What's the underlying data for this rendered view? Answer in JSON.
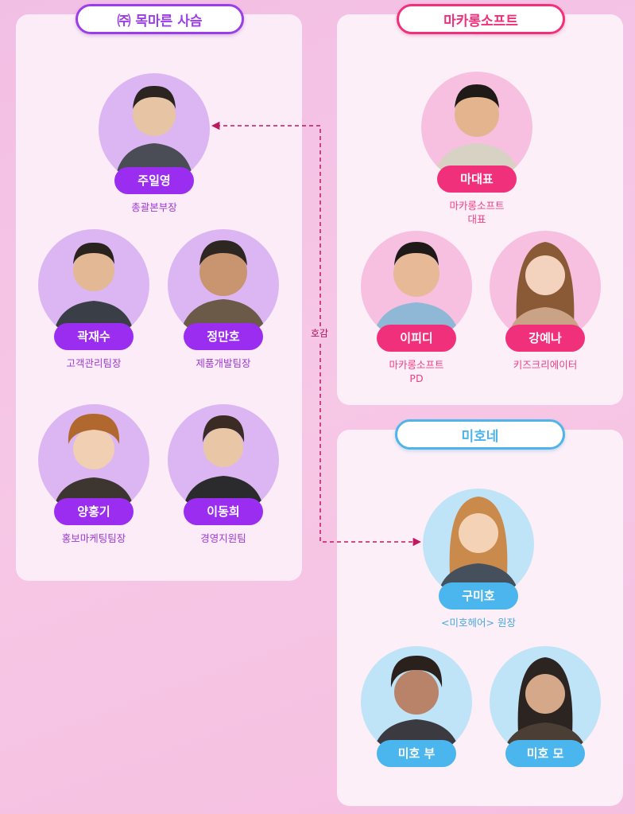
{
  "groups": {
    "mokmaron": {
      "label": "㈜ 목마른 사슴",
      "color": "#9b3ee6"
    },
    "macaron": {
      "label": "마카롱소프트",
      "color": "#f0307a"
    },
    "miho": {
      "label": "미호네",
      "color": "#4fb4ea"
    }
  },
  "people": {
    "juilyoung": {
      "name": "주일영",
      "role": "총괄본부장"
    },
    "kwakjaesu": {
      "name": "곽재수",
      "role": "고객관리팀장"
    },
    "jeongmanho": {
      "name": "정만호",
      "role": "제품개발팀장"
    },
    "yanghonggi": {
      "name": "양홍기",
      "role": "홍보마케팅팀장"
    },
    "leedonghee": {
      "name": "이동희",
      "role": "경영지원팀"
    },
    "madaepyo": {
      "name": "마대표",
      "role": "마카롱소프트\n대표"
    },
    "leepd": {
      "name": "이피디",
      "role": "마카롱소프트\nPD"
    },
    "kangyena": {
      "name": "강예나",
      "role": "키즈크리에이터"
    },
    "gumiho": {
      "name": "구미호",
      "role": "<미호헤어> 원장"
    },
    "mihofather": {
      "name": "미호 부",
      "role": ""
    },
    "mihomother": {
      "name": "미호 모",
      "role": ""
    }
  },
  "relation": {
    "label": "호감",
    "color": "#c0185f"
  }
}
